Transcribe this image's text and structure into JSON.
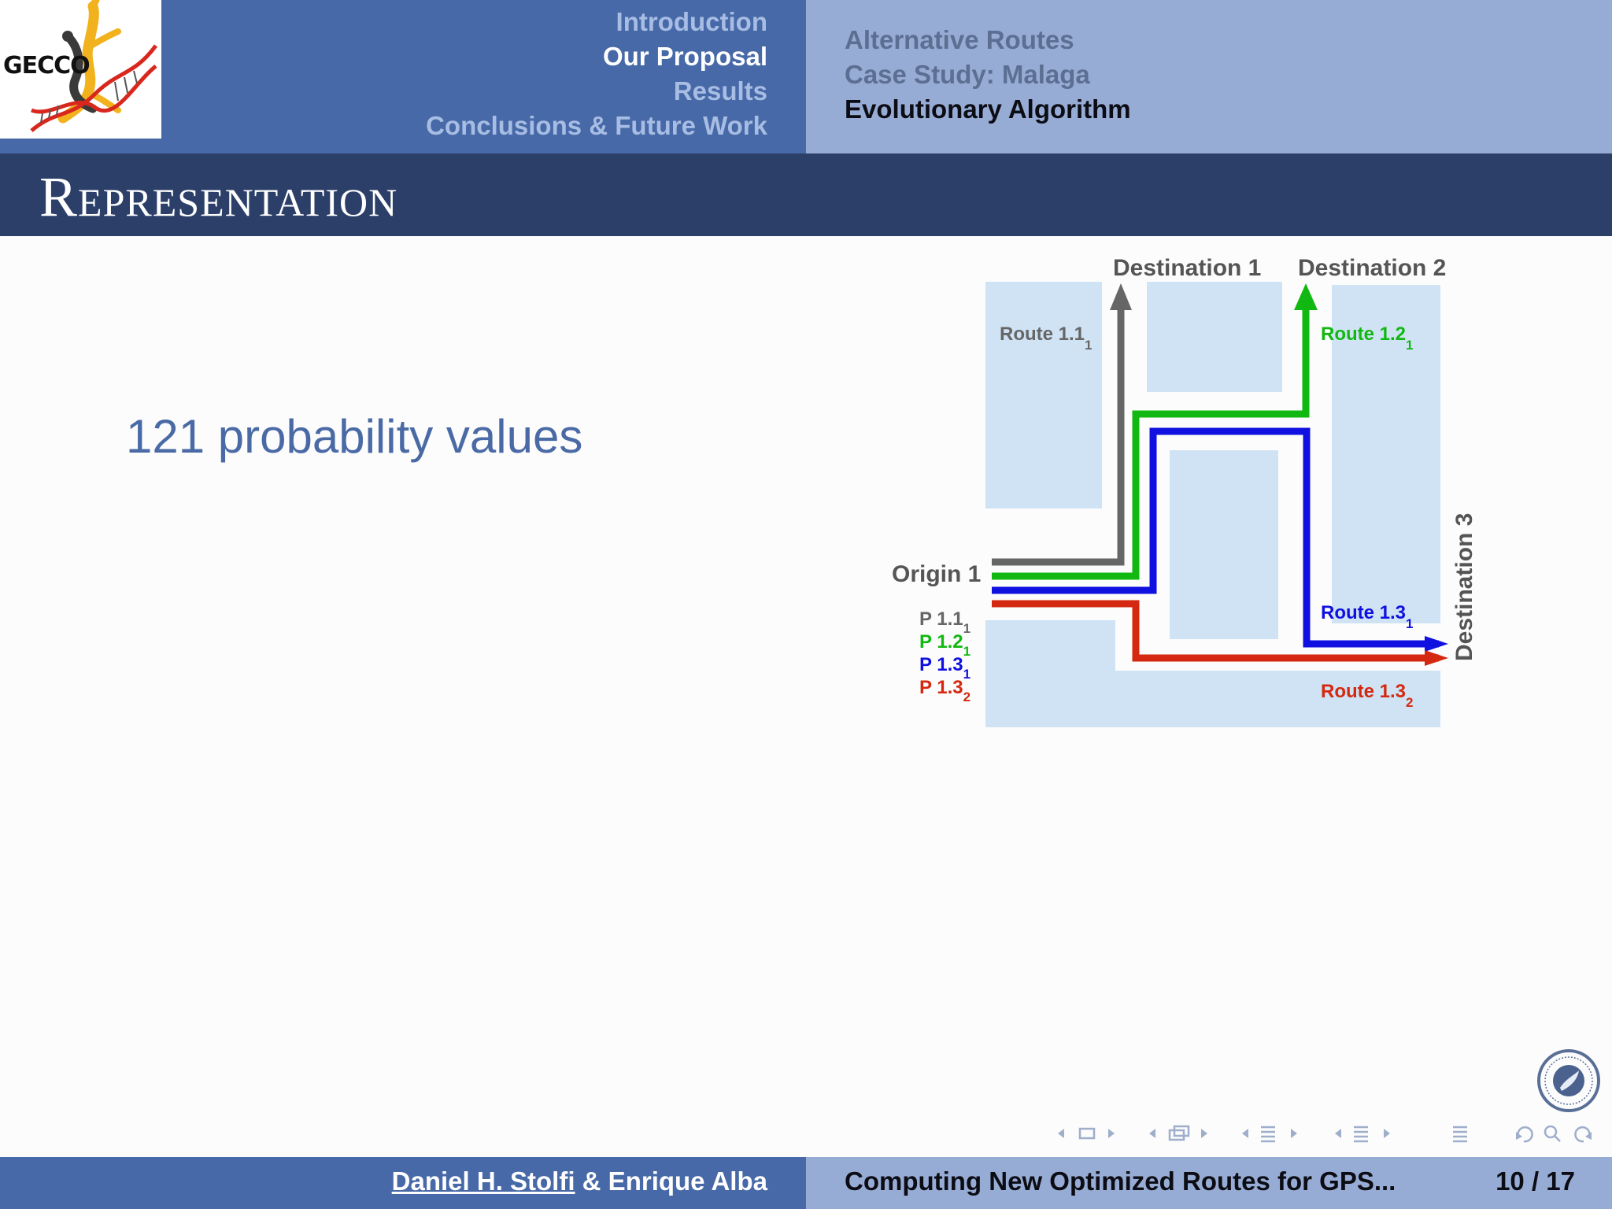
{
  "logo": {
    "text": "GECCO"
  },
  "nav": {
    "sections": [
      {
        "label": "Introduction",
        "active": false
      },
      {
        "label": "Our Proposal",
        "active": true
      },
      {
        "label": "Results",
        "active": false
      },
      {
        "label": "Conclusions & Future Work",
        "active": false
      }
    ],
    "subsections": [
      {
        "label": "Alternative Routes",
        "active": false
      },
      {
        "label": "Case Study: Malaga",
        "active": false
      },
      {
        "label": "Evolutionary Algorithm",
        "active": true
      }
    ]
  },
  "frame": {
    "title": "Representation"
  },
  "content": {
    "text": "121 probability values"
  },
  "diagram": {
    "destination1": "Destination 1",
    "destination2": "Destination 2",
    "destination3": "Destination 3",
    "origin": "Origin 1",
    "routes": [
      {
        "label": "Route 1.1",
        "sub": "1",
        "color": "#666666"
      },
      {
        "label": "Route 1.2",
        "sub": "1",
        "color": "#12b812"
      },
      {
        "label": "Route 1.3",
        "sub": "1",
        "color": "#1010e0"
      },
      {
        "label": "Route 1.3",
        "sub": "2",
        "color": "#d42810"
      }
    ],
    "probabilities": [
      {
        "label": "P 1.1",
        "sub": "1",
        "color": "#666666"
      },
      {
        "label": "P 1.2",
        "sub": "1",
        "color": "#12b812"
      },
      {
        "label": "P 1.3",
        "sub": "1",
        "color": "#1010e0"
      },
      {
        "label": "P 1.3",
        "sub": "2",
        "color": "#d42810"
      }
    ]
  },
  "footer": {
    "author1": "Daniel H. Stolfi",
    "author_rest": " & Enrique Alba",
    "title": "Computing New Optimized Routes for GPS...",
    "page": "10 / 17"
  },
  "colors": {
    "header_dark": "#4769a8",
    "header_light": "#97acd4",
    "title_bar": "#2c3f68",
    "body_text": "#4a6aa6"
  },
  "icons": [
    "nav-frame-icon",
    "nav-subsection-icon",
    "nav-section-icon",
    "nav-presentation-icon",
    "undo-icon",
    "search-icon",
    "redo-icon"
  ]
}
